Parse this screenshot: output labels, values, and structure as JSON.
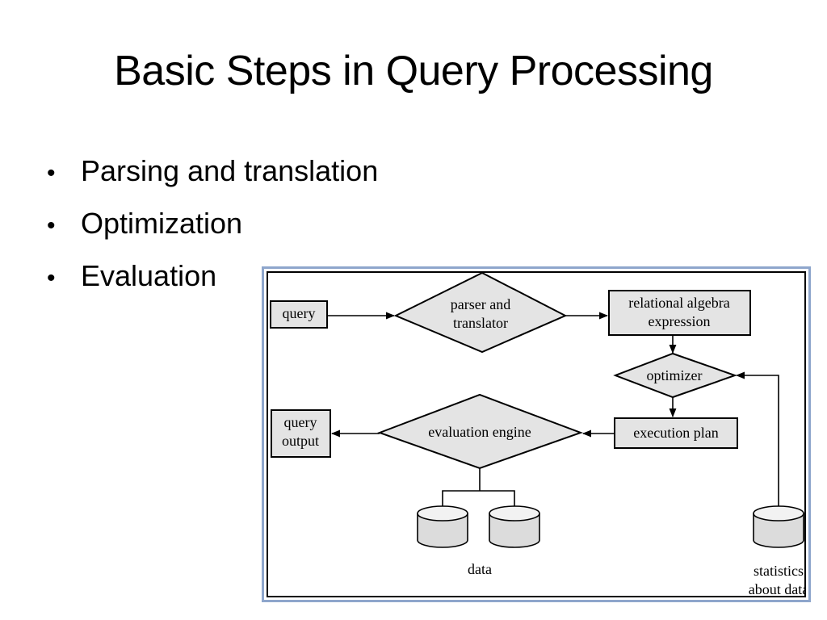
{
  "slide": {
    "title": "Basic Steps in Query Processing",
    "bullet_glyph": "•",
    "bullets": [
      "Parsing and translation",
      "Optimization",
      "Evaluation"
    ]
  },
  "diagram": {
    "query": "query",
    "parser_line1": "parser and",
    "parser_line2": "translator",
    "relalg_line1": "relational algebra",
    "relalg_line2": "expression",
    "optimizer": "optimizer",
    "execution_plan": "execution plan",
    "evaluation_engine": "evaluation engine",
    "output_line1": "query",
    "output_line2": "output",
    "data": "data",
    "stats_line1": "statistics",
    "stats_line2": "about data",
    "box_fill": "#e4e4e4",
    "frame_color": "#8ea6cc"
  }
}
